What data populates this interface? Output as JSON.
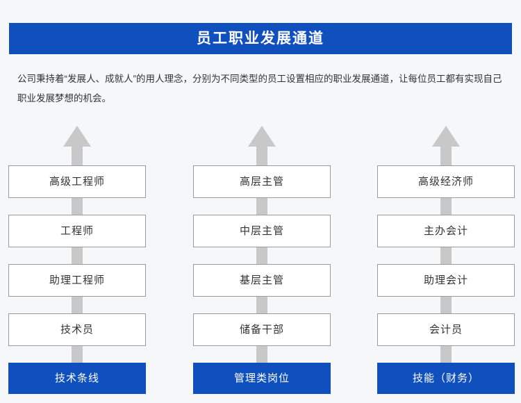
{
  "header": {
    "title": "员工职业发展通道",
    "background_color": "#1050be",
    "text_color": "#ffffff"
  },
  "intro": {
    "paragraph": "公司秉持着“发展人、成就人”的用人理念，分别为不同类型的员工设置相应的职业发展通道，让每位员工都有实现自己职业发展梦想的机会。"
  },
  "colors": {
    "page_background": "#f6f7f8",
    "accent_blue": "#1050be",
    "arrow_gray": "#c8c8c8",
    "box_border": "#9a9a9a",
    "box_text": "#333333"
  },
  "diagram": {
    "arrow_icon": "arrow-up-icon",
    "columns": [
      {
        "id": "technical",
        "base": "技术条线",
        "levels": [
          "高级工程师",
          "工程师",
          "助理工程师",
          "技术员"
        ]
      },
      {
        "id": "management",
        "base": "管理类岗位",
        "levels": [
          "高层主管",
          "中层主管",
          "基层主管",
          "储备干部"
        ]
      },
      {
        "id": "skill-finance",
        "base": "技能（财务）",
        "levels": [
          "高级经济师",
          "主办会计",
          "助理会计",
          "会计员"
        ]
      }
    ]
  }
}
